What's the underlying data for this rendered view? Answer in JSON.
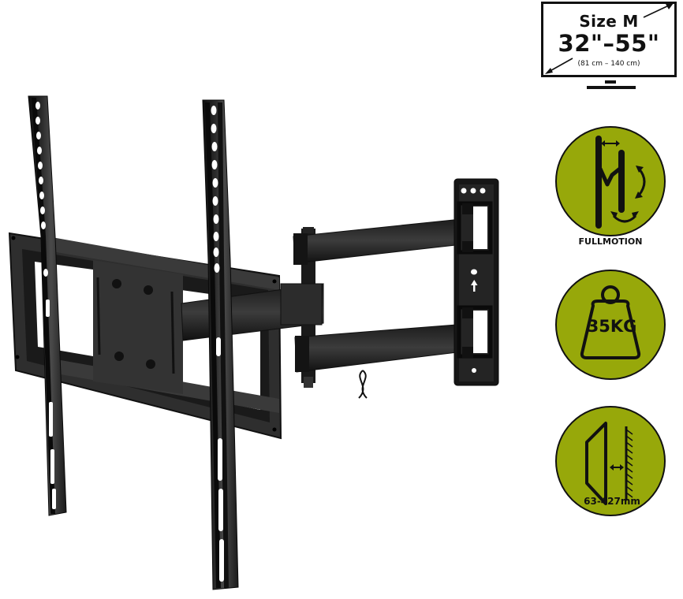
{
  "product": {
    "name": "Full-motion TV wall mount",
    "color": "#1c1c1c",
    "accent_color": "#97a80a"
  },
  "size_badge": {
    "size_label": "Size M",
    "inch_range": "32\"–55\"",
    "cm_range": "(81 cm – 140 cm)"
  },
  "features": [
    {
      "icon": "fullmotion-icon",
      "label": "FULLMOTION"
    },
    {
      "icon": "weight-icon",
      "inner_text": "35KG"
    },
    {
      "icon": "wall-distance-icon",
      "inner_text": "63-427mm"
    }
  ]
}
